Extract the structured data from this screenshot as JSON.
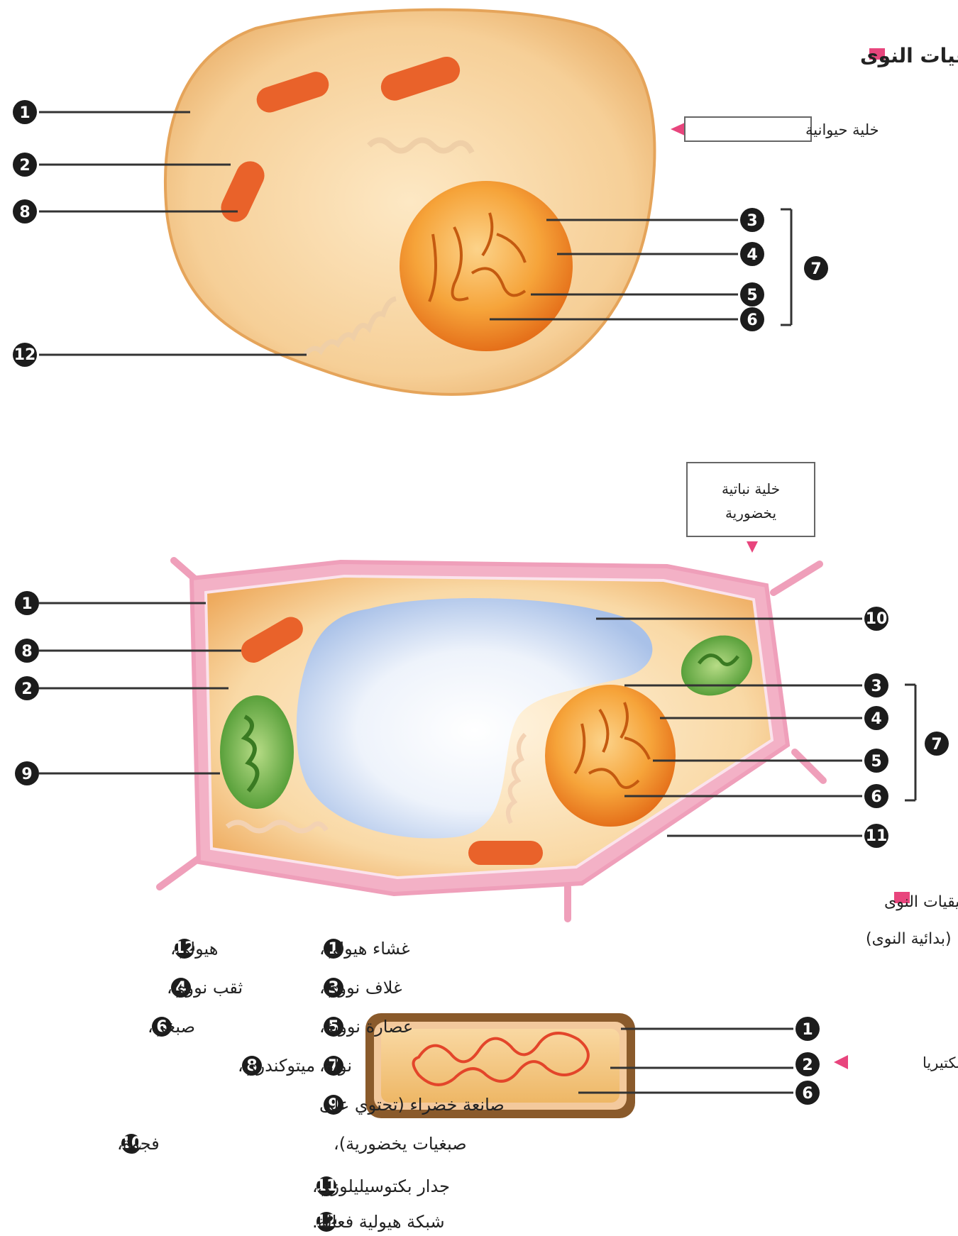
{
  "sections": {
    "eukaryotes": "خلايا حقيقيات النوى",
    "prokaryotes_line1": "خلايا غير حقيقيات النوى",
    "prokaryotes_line2": "(بدائية النوى)"
  },
  "cells": {
    "animal": "خلية حيوانية",
    "plant_line1": "خلية نباتية",
    "plant_line2": "يخضورية",
    "bacteria": "بكتيريا"
  },
  "labels": {
    "n1": "1",
    "n2": "2",
    "n3": "3",
    "n4": "4",
    "n5": "5",
    "n6": "6",
    "n7": "7",
    "n8": "8",
    "n9": "9",
    "n10": "10",
    "n11": "11",
    "n12": "12"
  },
  "legend": {
    "l1": "غشاء هيولي،",
    "l2": "هيولي،",
    "l3": "غلاف نووي،",
    "l4": "ثقب نووي،",
    "l5": "عصارة نووية،",
    "l6": "صبغي،",
    "l7": "نواة،",
    "l8": "ميتوكندري،",
    "l9a": "صانعة خضراء (تحتوي على",
    "l9b": "صبغيات يخضورية)،",
    "l10": "فجوة،",
    "l11": "جدار بكتوسيليلوزي،",
    "l12": "شبكة هيولية فعالة."
  },
  "colors": {
    "cytoplasm": "#f3c786",
    "membrane": "#e6a65c",
    "nucleus": "#f08a1e",
    "mitochondria": "#e9622a",
    "vacuole": "#bcd0ee",
    "chloroplast": "#6aa843",
    "cell_wall": "#ef9fba",
    "bacteria_wall": "#8a5a2b",
    "marker": "#e8457d",
    "badge": "#1c1c1c"
  }
}
